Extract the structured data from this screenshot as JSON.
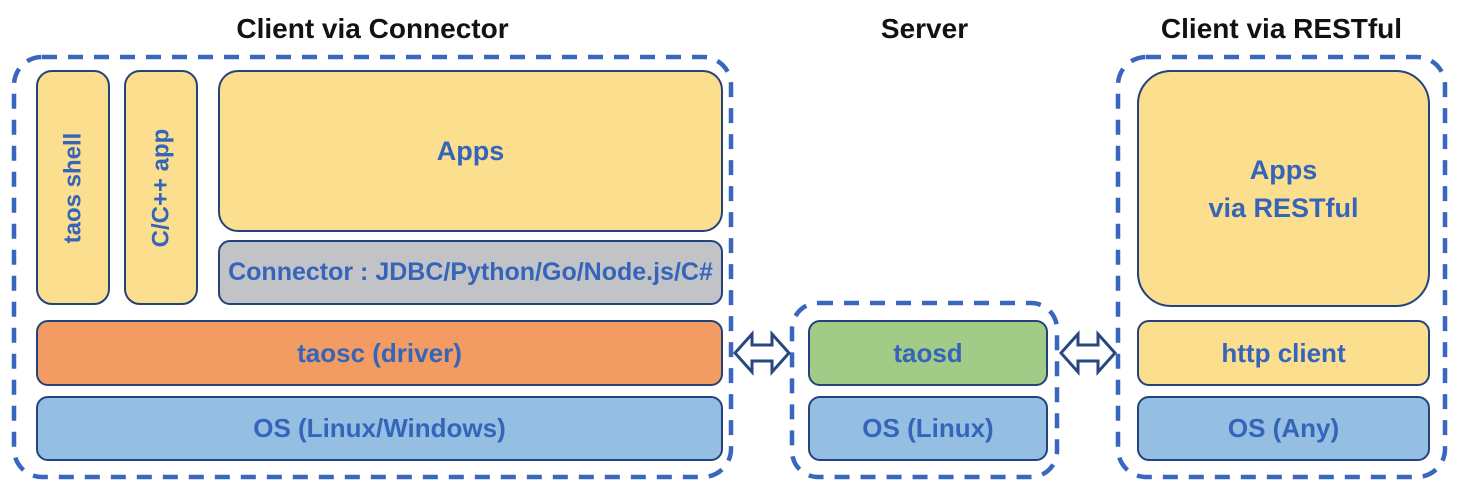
{
  "diagram": {
    "colors": {
      "dash_border": "#3966BE",
      "box_border": "#24437C",
      "label_blue": "#3565BA",
      "title_black": "#121212",
      "yellow_fill": "#FBDE8E",
      "gray_fill": "#C2C3C6",
      "orange_fill": "#F29B62",
      "green_fill": "#A1CB87",
      "blue_fill": "#95BEE3"
    },
    "icons": {
      "arrow_left_middle": "bidirectional-arrow",
      "arrow_middle_right": "bidirectional-arrow"
    },
    "sections": {
      "connector_client": {
        "title": "Client via Connector",
        "taos_shell": "taos shell",
        "cpp_app": "C/C++ app",
        "apps": "Apps",
        "connector": "Connector : JDBC/Python/Go/Node.js/C#",
        "taosc": "taosc (driver)",
        "os": "OS (Linux/Windows)"
      },
      "server": {
        "title": "Server",
        "taosd": "taosd",
        "os": "OS (Linux)"
      },
      "restful_client": {
        "title": "Client via RESTful",
        "apps": "Apps\nvia RESTful",
        "http_client": "http client",
        "os": "OS (Any)"
      }
    }
  }
}
